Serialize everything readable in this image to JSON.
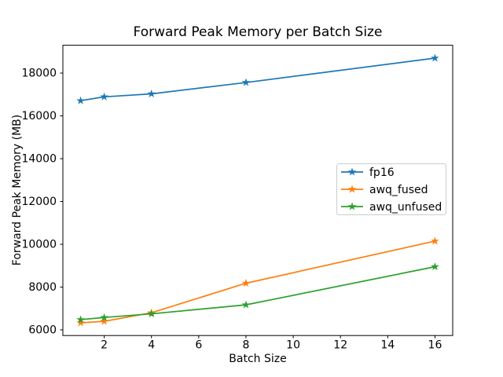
{
  "figure": {
    "background": "#ffffff",
    "text_color": "#000000",
    "spine_color": "#000000",
    "legend_border_color": "#cccccc"
  },
  "chart_data": {
    "type": "line",
    "title": "Forward Peak Memory per Batch Size",
    "xlabel": "Batch Size",
    "ylabel": "Forward Peak Memory (MB)",
    "x": [
      1,
      2,
      4,
      8,
      16
    ],
    "series": [
      {
        "name": "fp16",
        "color": "#1f77b4",
        "marker": "star",
        "values": [
          16710,
          16890,
          17030,
          17560,
          18700
        ]
      },
      {
        "name": "awq_fused",
        "color": "#ff7f0e",
        "marker": "star",
        "values": [
          6330,
          6400,
          6800,
          8180,
          10150
        ]
      },
      {
        "name": "awq_unfused",
        "color": "#2ca02c",
        "marker": "star",
        "values": [
          6480,
          6580,
          6750,
          7170,
          8950
        ]
      }
    ],
    "xlim": [
      0.25,
      16.75
    ],
    "ylim": [
      5736,
      19301
    ],
    "xticks": [
      2,
      4,
      6,
      8,
      10,
      12,
      14,
      16
    ],
    "yticks": [
      6000,
      8000,
      10000,
      12000,
      14000,
      16000,
      18000
    ],
    "grid": false,
    "legend_position": "center-right"
  }
}
